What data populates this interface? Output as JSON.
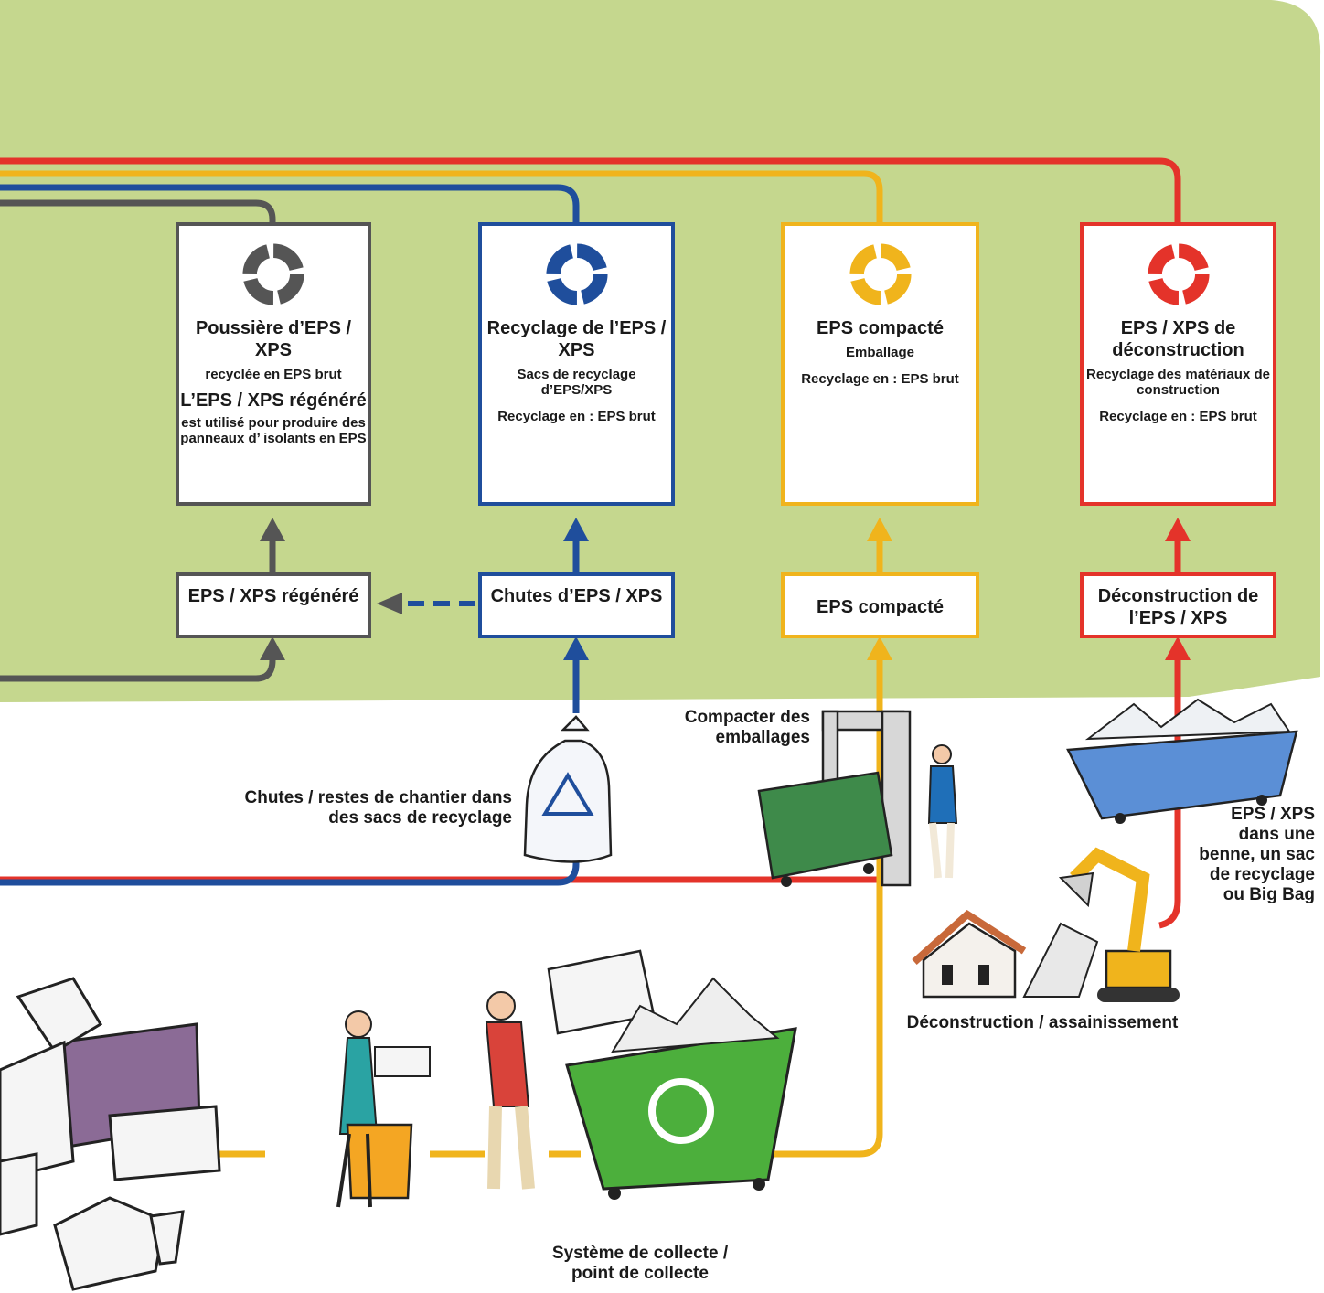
{
  "colors": {
    "background_green": "#c7d88f",
    "grey": "#555555",
    "blue": "#1f4e9c",
    "yellow": "#f0b41c",
    "red": "#e4332a",
    "bin_green": "#4caf3c",
    "skip_blue": "#5b8fd6"
  },
  "icons": [
    "recycle-icon-grey",
    "recycle-icon-blue",
    "recycle-icon-yellow",
    "recycle-icon-red"
  ],
  "boxes": {
    "grey_top": {
      "title": "Poussière d’EPS / XPS",
      "sub1": "recyclée en EPS brut",
      "title2": "L’EPS / XPS régénéré",
      "sub2": "est utilisé pour produire des panneaux d’ isolants en EPS"
    },
    "blue_top": {
      "title": "Recyclage de l’EPS / XPS",
      "sub1": "Sacs de recyclage d’EPS/XPS",
      "sub2": "Recyclage en : EPS brut"
    },
    "yellow_top": {
      "title": "EPS compacté",
      "sub1": "Emballage",
      "sub2": "Recyclage en : EPS brut"
    },
    "red_top": {
      "title": "EPS / XPS de déconstruction",
      "sub1": "Recyclage des matériaux de construction",
      "sub2": "Recyclage en : EPS brut"
    },
    "grey_mid": {
      "title": "EPS / XPS régénéré"
    },
    "blue_mid": {
      "title": "Chutes d’EPS / XPS"
    },
    "yellow_mid": {
      "title": "EPS compacté"
    },
    "red_mid": {
      "title": "Déconstruction de l’EPS / XPS"
    }
  },
  "labels": {
    "compacter": "Compacter des emballages",
    "chutes_sacs": "Chutes / restes de chantier dans des sacs de recyclage",
    "benne": "EPS / XPS dans une benne, un sac de recyclage ou Big Bag",
    "deconstruction": "Déconstruction / assainissement",
    "collecte": "Système de collecte / point de collecte"
  }
}
